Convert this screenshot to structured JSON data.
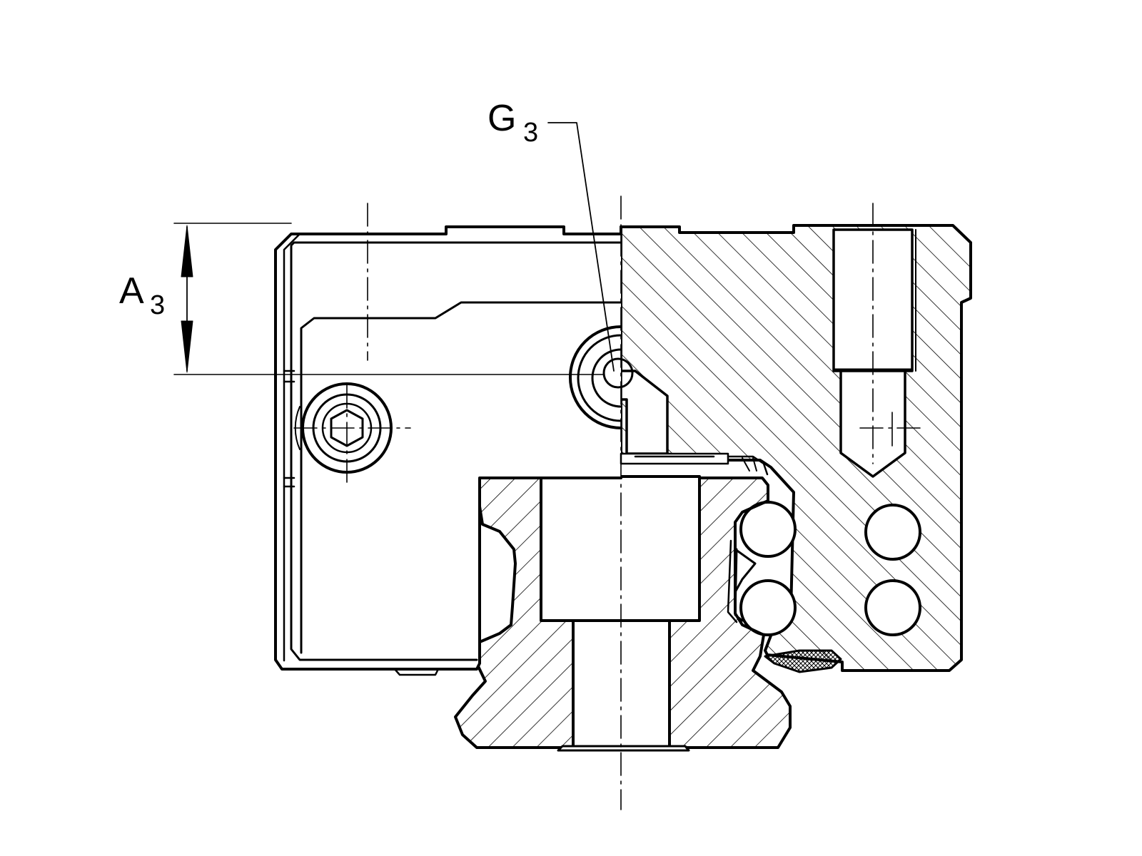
{
  "labels": {
    "g3": {
      "main": "G",
      "sub": "3"
    },
    "a3": {
      "main": "A",
      "sub": "3"
    }
  },
  "colors": {
    "line": "#000000",
    "background": "#ffffff"
  }
}
